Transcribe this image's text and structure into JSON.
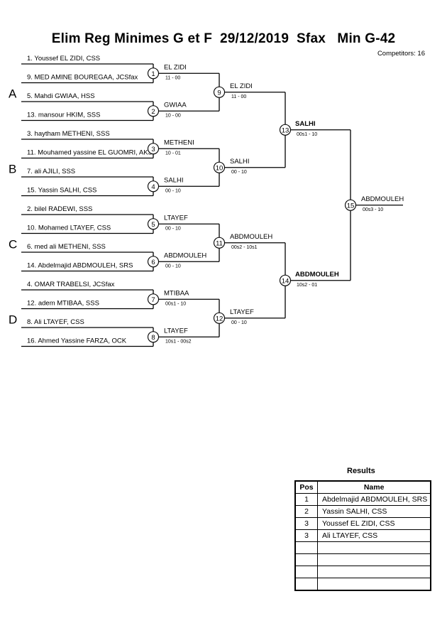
{
  "header": {
    "title": "Elim Reg Minimes G et F  29/12/2019  Sfax   Min G-42",
    "competitors": "Competitors: 16"
  },
  "pools": [
    "A",
    "B",
    "C",
    "D"
  ],
  "entrants": [
    "1. Youssef EL ZIDI, CSS",
    "9. MED AMINE BOUREGAA, JCSfax",
    "5. Mahdi GWIAA, HSS",
    "13. mansour HKIM, SSS",
    "3. haytham METHENI, SSS",
    "11. Mouhamed yassine EL GUOMRI, AKS",
    "7. ali AJILI, SSS",
    "15. Yassin SALHI, CSS",
    "2. bilel RADEWI, SSS",
    "10. Mohamed LTAYEF, CSS",
    "6. med ali METHENI, SSS",
    "14. Abdelmajid ABDMOULEH, SRS",
    "4. OMAR TRABELSI, JCSfax",
    "12. adem MTIBAA, SSS",
    "8. Ali LTAYEF, CSS",
    "16. Ahmed Yassine FARZA, OCK"
  ],
  "matches": [
    {
      "num": "1",
      "winner": "EL ZIDI",
      "score": "11 - 00"
    },
    {
      "num": "2",
      "winner": "GWIAA",
      "score": "10 - 00"
    },
    {
      "num": "3",
      "winner": "METHENI",
      "score": "10 - 01"
    },
    {
      "num": "4",
      "winner": "SALHI",
      "score": "00 - 10"
    },
    {
      "num": "5",
      "winner": "LTAYEF",
      "score": "00 - 10"
    },
    {
      "num": "6",
      "winner": "ABDMOULEH",
      "score": "00 - 10"
    },
    {
      "num": "7",
      "winner": "MTIBAA",
      "score": "00s1 - 10"
    },
    {
      "num": "8",
      "winner": "LTAYEF",
      "score": "10s1 - 00s2"
    },
    {
      "num": "9",
      "winner": "EL ZIDI",
      "score": "11 - 00"
    },
    {
      "num": "10",
      "winner": "SALHI",
      "score": "00 - 10"
    },
    {
      "num": "11",
      "winner": "ABDMOULEH",
      "score": "00s2 - 10s1"
    },
    {
      "num": "12",
      "winner": "LTAYEF",
      "score": "00 - 10"
    },
    {
      "num": "13",
      "winner": "SALHI",
      "score": "00s1 - 10"
    },
    {
      "num": "14",
      "winner": "ABDMOULEH",
      "score": "10s2 - 01"
    },
    {
      "num": "15",
      "winner": "ABDMOULEH",
      "score": "00s3 - 10"
    }
  ],
  "results": {
    "title": "Results",
    "headers": {
      "pos": "Pos",
      "name": "Name"
    },
    "rows": [
      {
        "pos": "1",
        "name": "Abdelmajid ABDMOULEH, SRS"
      },
      {
        "pos": "2",
        "name": "Yassin SALHI, CSS"
      },
      {
        "pos": "3",
        "name": "Youssef EL ZIDI, CSS"
      },
      {
        "pos": "3",
        "name": "Ali LTAYEF, CSS"
      },
      {
        "pos": "",
        "name": ""
      },
      {
        "pos": "",
        "name": ""
      },
      {
        "pos": "",
        "name": ""
      },
      {
        "pos": "",
        "name": ""
      }
    ]
  }
}
